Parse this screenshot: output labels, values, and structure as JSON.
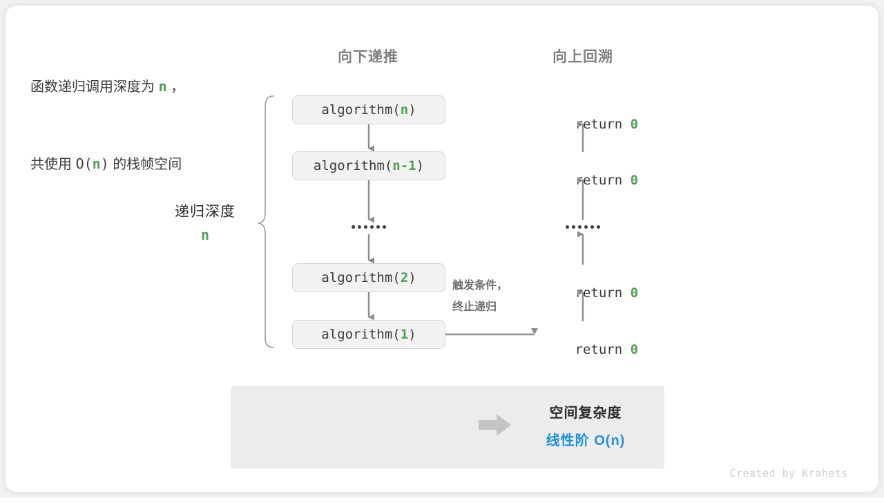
{
  "headers": {
    "down": "向下递推",
    "up": "向上回溯"
  },
  "depth": {
    "label": "递归深度",
    "value": "n"
  },
  "calls": [
    {
      "prefix": "algorithm(",
      "arg": "n",
      "suffix": ")"
    },
    {
      "prefix": "algorithm(",
      "arg": "n-1",
      "suffix": ")"
    },
    {
      "ellipsis": "••••••"
    },
    {
      "prefix": "algorithm(",
      "arg": "2",
      "suffix": ")"
    },
    {
      "prefix": "algorithm(",
      "arg": "1",
      "suffix": ")"
    }
  ],
  "returns": [
    {
      "text": "return ",
      "value": "0"
    },
    {
      "text": "return ",
      "value": "0"
    },
    {
      "ellipsis": "••••••"
    },
    {
      "text": "return ",
      "value": "0"
    },
    {
      "text": "return ",
      "value": "0"
    }
  ],
  "trigger_note": {
    "line1": "触发条件，",
    "line2": "终止递归"
  },
  "summary": {
    "left_line1_a": "函数递归调用深度为 ",
    "left_line1_n": "n",
    "left_line1_b": " ，",
    "left_line2_a": "共使用 ",
    "left_line2_O": "O(",
    "left_line2_n": "n",
    "left_line2_Ob": ")",
    "left_line2_b": " 的栈帧空间",
    "arrow": "right-block-arrow",
    "right_title": "空间复杂度",
    "right_value": "线性阶  O(n)"
  },
  "footer": "Created by Krahets",
  "colors": {
    "green": "#4ca14e",
    "blue": "#1e90dc",
    "gray_text": "#808080",
    "dark_text": "#2b2b2b",
    "box_fill": "#f2f2f2",
    "box_border": "#d4d4d4",
    "panel_fill": "#ececec",
    "arrow": "#8c8c8c"
  }
}
